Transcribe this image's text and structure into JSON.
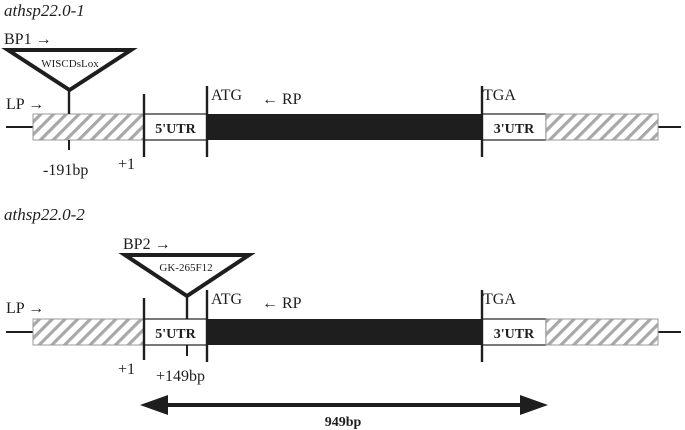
{
  "alleles": [
    {
      "title": "athsp22.0-1",
      "lp_label": "LP →",
      "bp_label": "BP1 →",
      "insert_label": "WISCDsLox",
      "insert_position": "-191bp",
      "tss_label": "+1",
      "atg_label": "ATG",
      "rp_label": "← RP",
      "tga_label": "TGA",
      "utr5_label": "5'UTR",
      "utr3_label": "3'UTR"
    },
    {
      "title": "athsp22.0-2",
      "lp_label": "LP →",
      "bp_label": "BP2 →",
      "insert_label": "GK-265F12",
      "insert_position": "+149bp",
      "tss_label": "+1",
      "atg_label": "ATG",
      "rp_label": "← RP",
      "tga_label": "TGA",
      "utr5_label": "5'UTR",
      "utr3_label": "3'UTR"
    }
  ],
  "span_label": "949bp",
  "colors": {
    "line": "#1e1e1e",
    "cds": "#1e1e1e",
    "hatch": "#a8a8a8",
    "utr_fill": "#ffffff"
  }
}
